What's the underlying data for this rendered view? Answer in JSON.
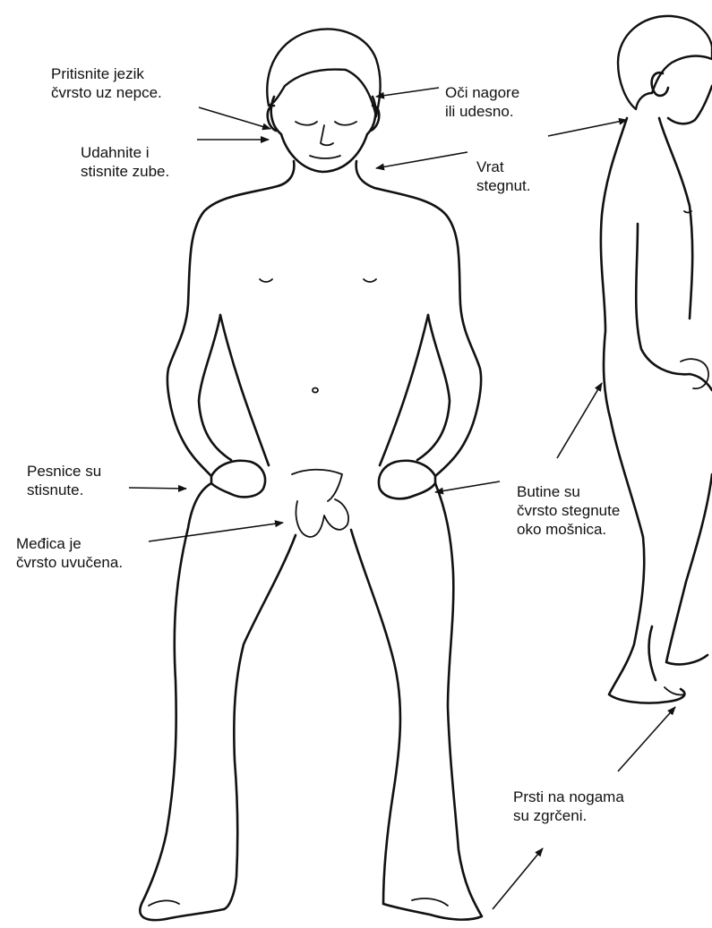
{
  "labels": {
    "tongue": [
      "Pritisnite jezik",
      "čvrsto uz nepce."
    ],
    "breathe": [
      "Udahnite i",
      "stisnite zube."
    ],
    "eyes": [
      "Oči nagore",
      "ili udesno."
    ],
    "neck": [
      "Vrat",
      "stegnut."
    ],
    "fists": [
      "Pesnice su",
      "stisnute."
    ],
    "perineum": [
      "Međica je",
      "čvrsto uvučena."
    ],
    "thighs": [
      "Butine su",
      "čvrsto stegnute",
      "oko mošnica."
    ],
    "toes": [
      "Prsti na nogama",
      "su zgrčeni."
    ]
  },
  "colors": {
    "line": "#111111",
    "background": "#ffffff"
  }
}
